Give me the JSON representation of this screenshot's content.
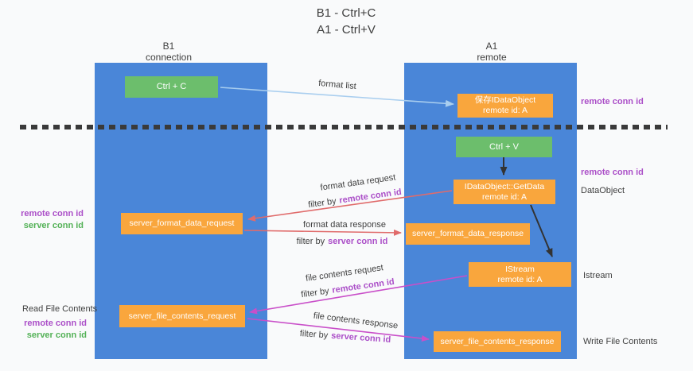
{
  "title": {
    "line1": "B1 - Ctrl+C",
    "line2": "A1 - Ctrl+V"
  },
  "lanes": {
    "b1": {
      "title": "B1",
      "subtitle": "connection"
    },
    "a1": {
      "title": "A1",
      "subtitle": "remote"
    }
  },
  "nodes": {
    "ctrl_c": {
      "label": "Ctrl + C"
    },
    "ctrl_v": {
      "label": "Ctrl + V"
    },
    "save_dataobject": {
      "line1": "保存IDataObject",
      "line2": "remote id: A"
    },
    "getdata": {
      "line1": "IDataObject::GetData",
      "line2": "remote id: A"
    },
    "istream": {
      "line1": "IStream",
      "line2": "remote id: A"
    },
    "server_format_data_request": {
      "label": "server_format_data_request"
    },
    "server_format_data_response": {
      "label": "server_format_data_response"
    },
    "server_file_contents_request": {
      "label": "server_file_contents_request"
    },
    "server_file_contents_response": {
      "label": "server_file_contents_response"
    }
  },
  "arrow_labels": {
    "format_list": "format list",
    "format_data_request": "format data request",
    "format_data_response": "format data response",
    "file_contents_request": "file contents request",
    "file_contents_response": "file contents response",
    "filter_by": "filter by",
    "remote_conn_id": "remote conn id",
    "server_conn_id": "server conn id"
  },
  "side_labels": {
    "remote_conn_id": "remote conn id",
    "server_conn_id": "server conn id",
    "dataobject": "DataObject",
    "istream": "Istream",
    "read_file_contents": "Read File Contents",
    "write_file_contents": "Write File Contents"
  },
  "colors": {
    "lane-blue": "#4A86D8",
    "box-orange": "#F9A63D",
    "box-green": "#6CBE6C",
    "purple": "#AB4FC8",
    "green-text": "#53B156",
    "arrow-red": "#E06B6B",
    "arrow-magenta": "#C94FC9",
    "arrow-lightblue": "#A9CEEF",
    "arrow-black": "#333333",
    "ink": "#3F3F3F",
    "bg": "#F9FAFB"
  }
}
